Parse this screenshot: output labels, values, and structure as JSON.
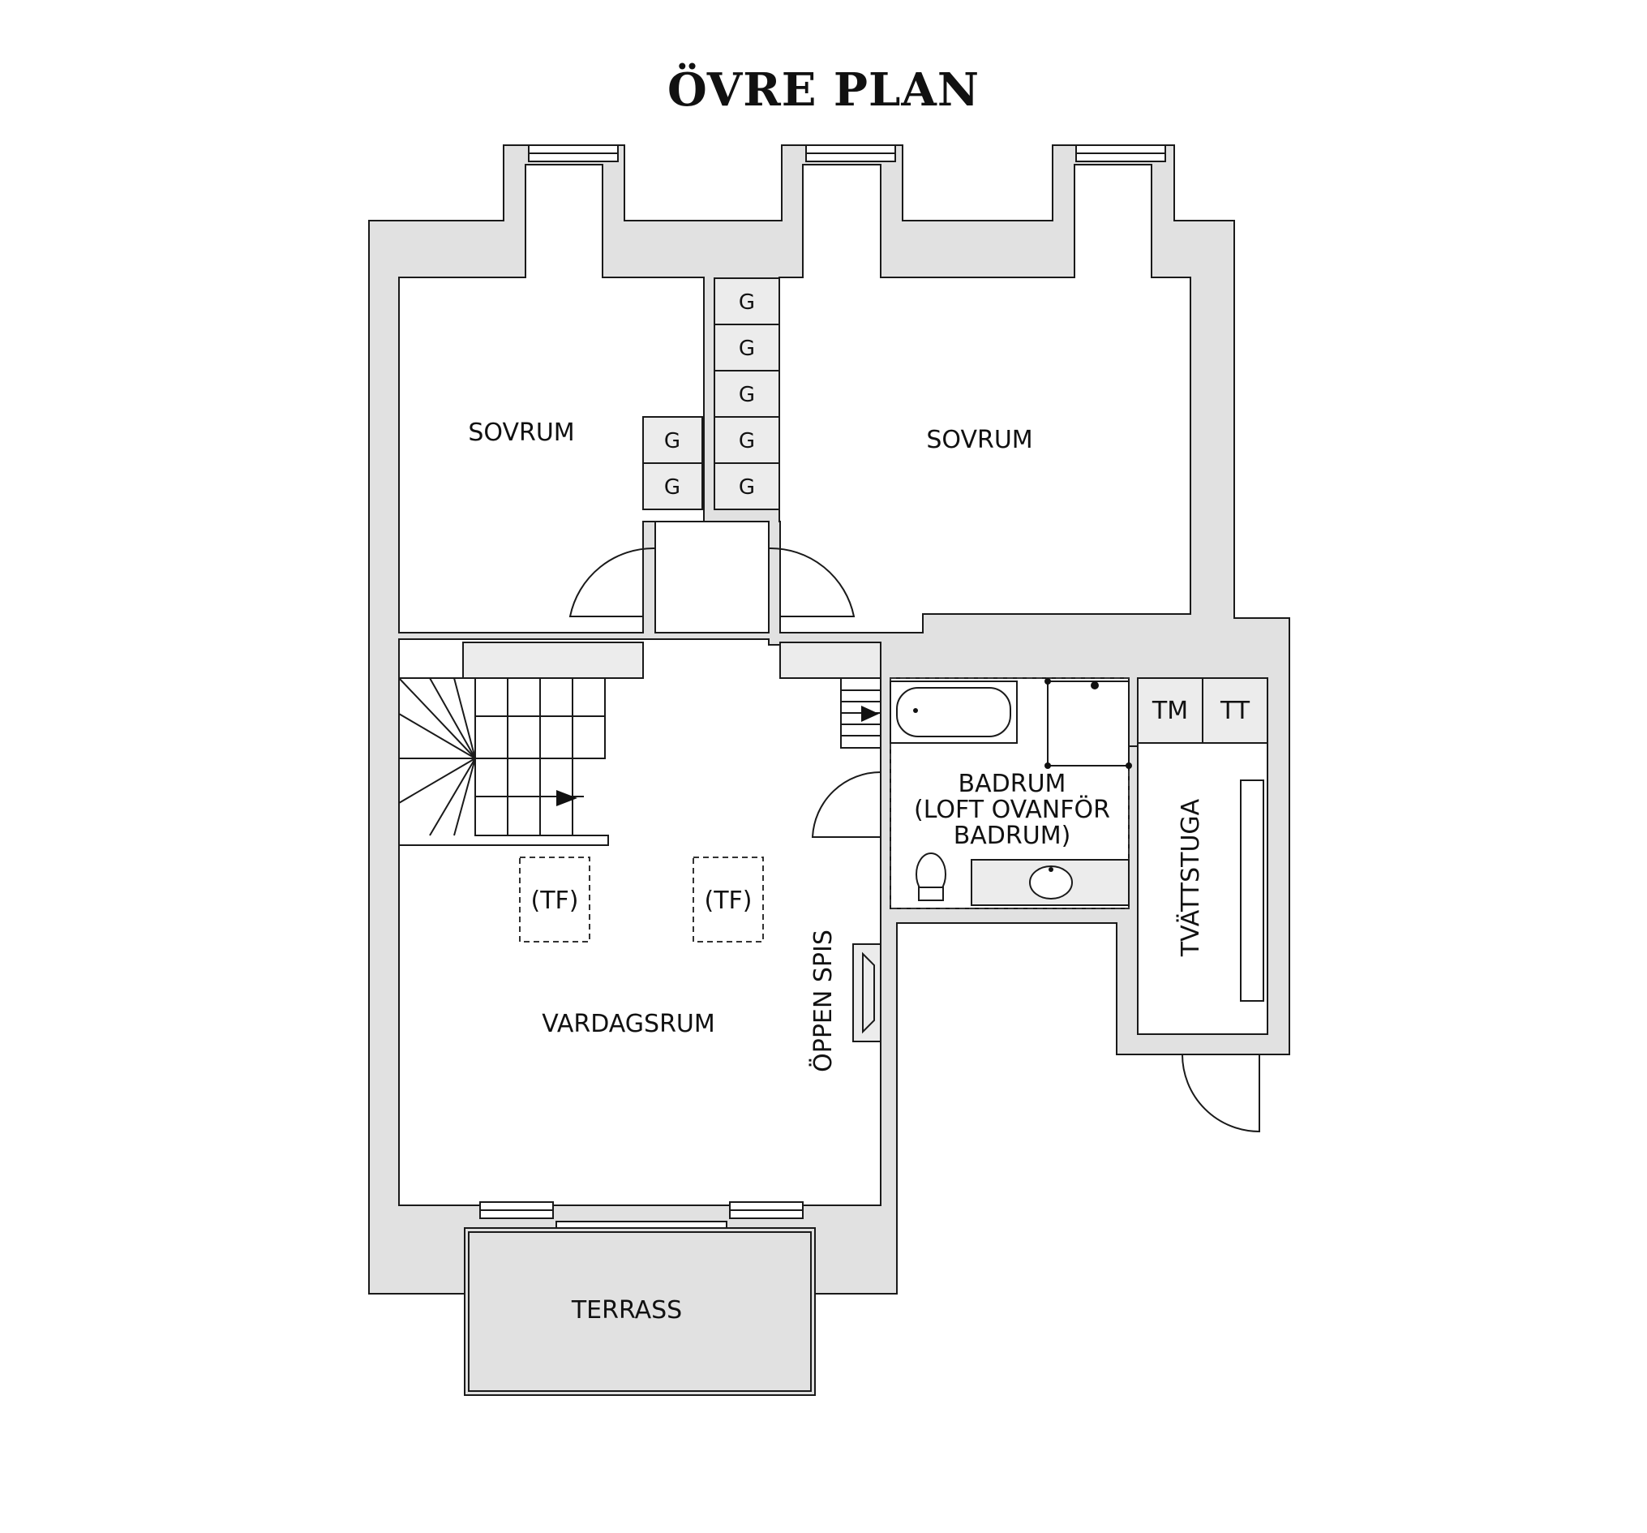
{
  "title": "ÖVRE PLAN",
  "rooms": {
    "sovrum_left": "SOVRUM",
    "sovrum_right": "SOVRUM",
    "vardagsrum": "VARDAGSRUM",
    "terrass": "TERRASS",
    "badrum_line1": "BADRUM",
    "badrum_line2": "(LOFT OVANFÖR",
    "badrum_line3": "BADRUM)",
    "tvattstuga": "TVÄTTSTUGA",
    "oppen_spis": "ÖPPEN SPIS"
  },
  "fixtures": {
    "wardrobe": "G",
    "tm": "TM",
    "tt": "TT",
    "tf": "(TF)"
  },
  "colors": {
    "wall": "#e1e1e1",
    "line": "#1a1a1a",
    "background": "#ffffff"
  }
}
